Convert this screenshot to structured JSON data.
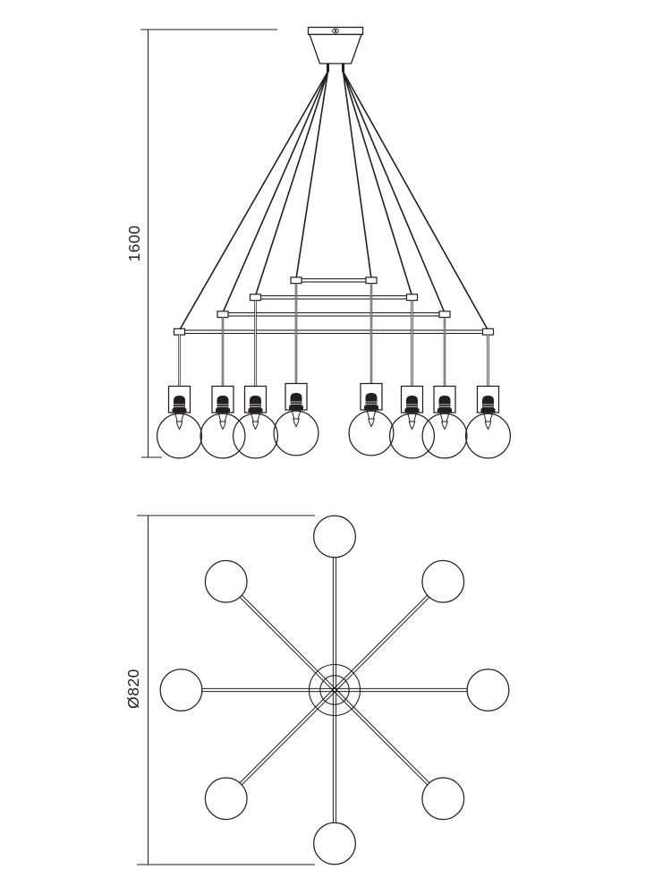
{
  "document": {
    "type": "technical-drawing",
    "subject": "8-light wire pendant chandelier dimension sheet",
    "background_color": "#ffffff",
    "line_color": "#231f20"
  },
  "views": {
    "front": {
      "name": "front-elevation",
      "dimension_label": "1600",
      "dimension_orientation": "vertical",
      "tier_count": 4,
      "bulb_count": 8
    },
    "plan": {
      "name": "bottom-plan",
      "dimension_label": "Ø820",
      "dimension_orientation": "vertical",
      "arm_count": 8,
      "bulb_count": 8
    }
  }
}
